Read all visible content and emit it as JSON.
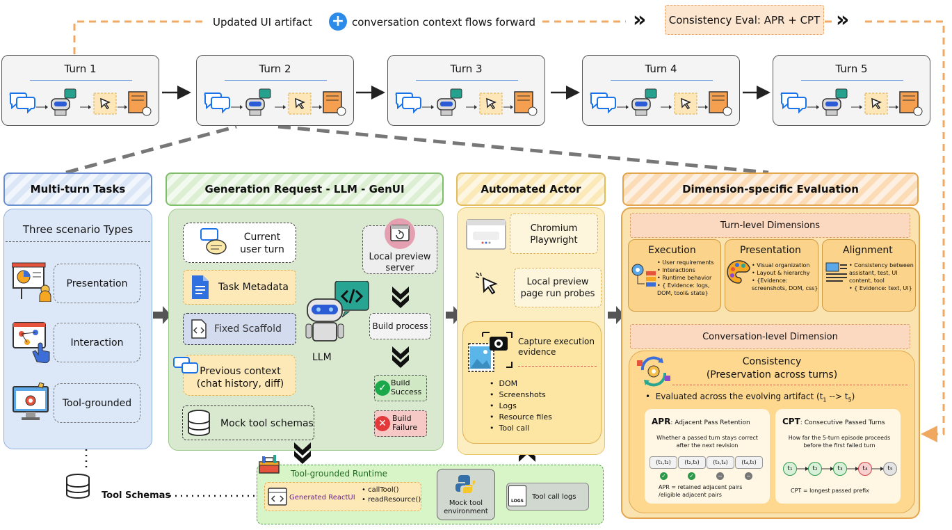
{
  "top_banner": {
    "left_text": "Updated UI artifact",
    "right_text": "conversation context flows forward",
    "eval_box": "Consistency Eval: APR + CPT"
  },
  "turns": [
    "Turn 1",
    "Turn 2",
    "Turn 3",
    "Turn 4",
    "Turn 5"
  ],
  "tasks": {
    "header": "Multi-turn Tasks",
    "subtitle": "Three scenario Types",
    "items": [
      "Presentation",
      "Interaction",
      "Tool-grounded"
    ],
    "tool_schemas": "Tool Schemas"
  },
  "generation": {
    "header": "Generation Request - LLM - GenUI",
    "current_turn": "Current user turn",
    "task_metadata": "Task Metadata",
    "fixed_scaffold": "Fixed Scaffold",
    "previous_context": "Previous context (chat history, diff)",
    "mock_tool_schemas": "Mock tool schemas",
    "llm": "LLM",
    "local_preview_server": "Local preview server",
    "build_process": "Build process",
    "build_success": "Build Success",
    "build_failure": "Build Failure"
  },
  "runtime": {
    "title": "Tool-grounded Runtime",
    "generated": "Generated ReactUI",
    "calls": [
      "callTool()",
      "readResource()"
    ],
    "mock_env": "Mock tool environment",
    "logs": "Tool call logs",
    "logs_icon_text": "LOGS"
  },
  "actor": {
    "header": "Automated Actor",
    "chromium": "Chromium Playwright",
    "probes": "Local preview page run probes",
    "capture": "Capture execution evidence",
    "evidence": [
      "DOM",
      "Screenshots",
      "Logs",
      "Resource files",
      "Tool call"
    ]
  },
  "evaluation": {
    "header": "Dimension-specific Evaluation",
    "turn_level": "Turn-level Dimensions",
    "execution": {
      "title": "Execution",
      "items": [
        "User requirements",
        "Interactions",
        "Runtime behavior",
        "{ Evidence: logs, DOM, tool& state}"
      ]
    },
    "presentation": {
      "title": "Presentation",
      "items": [
        "Visual organization",
        "Layout & hierarchy",
        "{Evidence: screenshots, DOM, css}"
      ]
    },
    "alignment": {
      "title": "Alignment",
      "items": [
        "Consistency between assistant, test, UI content, tool",
        "{ Evidence: text, UI}"
      ]
    },
    "conv_level": "Conversation-level Dimension",
    "consistency_title": "Consistency",
    "consistency_sub": "(Preservation across turns)",
    "evaluated": "Evaluated across the evolving artifact (t",
    "evaluated_mid": " --> t",
    "evaluated_end": ")",
    "apr": {
      "abbr": "APR",
      "name": ": Adjacent Pass Retention",
      "desc": "Whether a passed turn stays correct after the next revision",
      "pairs": [
        "(t₁,t₂)",
        "(t₂,t₃)",
        "(t₃,t₄)",
        "(t₄,t₅)"
      ],
      "formula": "APR = retained adjacent pairs /eligible adjacent pairs"
    },
    "cpt": {
      "abbr": "CPT",
      "name": ": Consecutive Passed Turns",
      "desc": "How far the 5-turn episode proceeds before the first failed turn",
      "nodes": [
        "t₁",
        "t₂",
        "t₃",
        "t₄",
        "t₅"
      ],
      "formula": "CPT = longest passed prefix"
    }
  }
}
